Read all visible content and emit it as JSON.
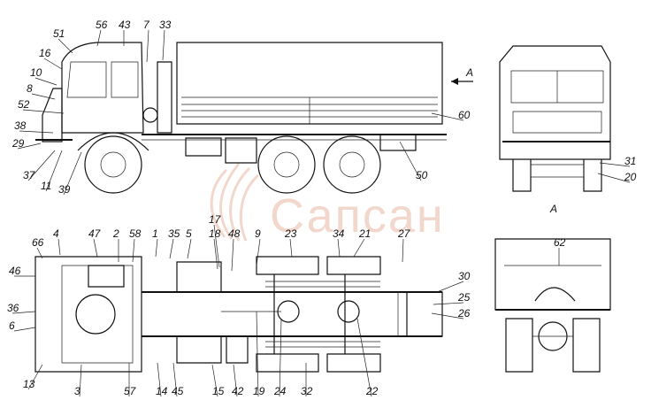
{
  "view_label": "A",
  "view_label_top": "A",
  "watermark": "Сапсан",
  "callouts": [
    "51",
    "56",
    "43",
    "7",
    "33",
    "16",
    "10",
    "8",
    "52",
    "38",
    "29",
    "37",
    "11",
    "39",
    "60",
    "50",
    "31",
    "20",
    "17",
    "18",
    "48",
    "9",
    "23",
    "34",
    "21",
    "27",
    "66",
    "4",
    "47",
    "2",
    "58",
    "1",
    "35",
    "5",
    "46",
    "36",
    "6",
    "13",
    "3",
    "57",
    "14",
    "45",
    "15",
    "42",
    "19",
    "24",
    "32",
    "22",
    "30",
    "25",
    "26",
    "62"
  ]
}
